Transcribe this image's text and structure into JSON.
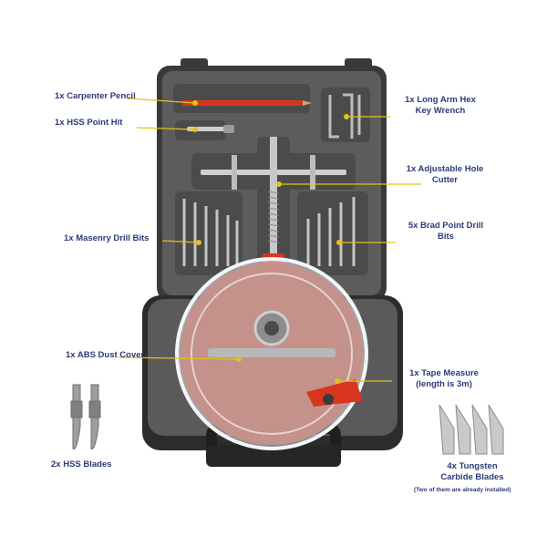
{
  "callouts": {
    "pencil": "1x  Carpenter Pencil",
    "hss_point_bit": "1x HSS Point Hit",
    "masonry_bits": "1x Masenry Drill Bits",
    "dust_cover": "1x ABS Dust Cover",
    "hss_blades": "2x  HSS Blades",
    "hex_wrench_line1": "1x Long Arm Hex",
    "hex_wrench_line2": "Key Wrench",
    "hole_cutter_line1": "1x Adjustable Hole",
    "hole_cutter_line2": "Cutter",
    "brad_bits_line1": "5x Brad Point Drill",
    "brad_bits_line2": "Bits",
    "tape_line1": "1x Tape Measure",
    "tape_line2": "(length is 3m)",
    "carbide_line1": "4x Tungsten",
    "carbide_line2": "Carbide Blades",
    "carbide_note": "(Two of them are already installed)"
  },
  "colors": {
    "label_text": "#2d3a78",
    "leader_line": "#e3c11a",
    "case_gray": "#585858",
    "case_dark": "#2c2c2c",
    "accent_red": "#d8351e"
  }
}
